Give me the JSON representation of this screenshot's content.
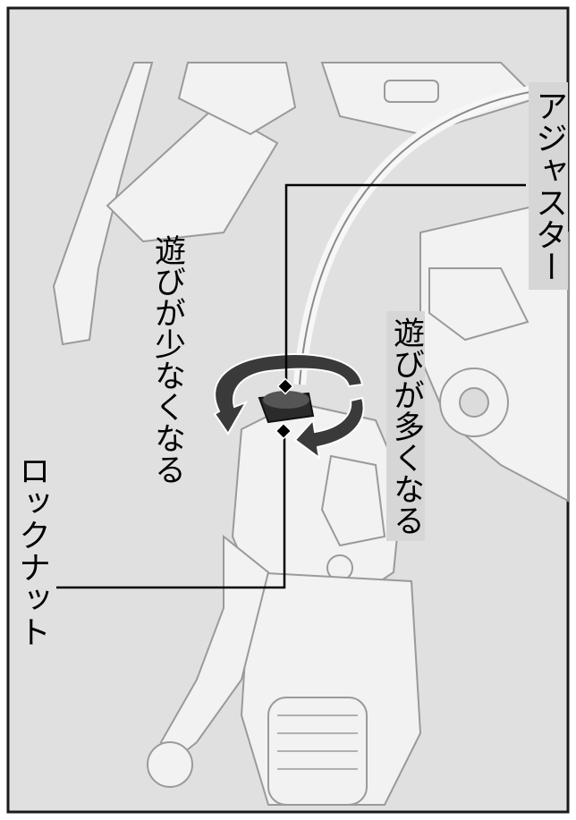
{
  "labels": {
    "adjuster": "アジャスター",
    "less_play": "遊びが少なくなる",
    "more_play": "遊びが多くなる",
    "lock_nut": "ロックナット"
  },
  "colors": {
    "background": "#e0e0e0",
    "frame": "#1a1a1a",
    "part_fill": "#f2f2f2",
    "part_stroke": "#9a9a9a",
    "arrow_fill": "#3a3a3a",
    "leader": "#000000"
  }
}
